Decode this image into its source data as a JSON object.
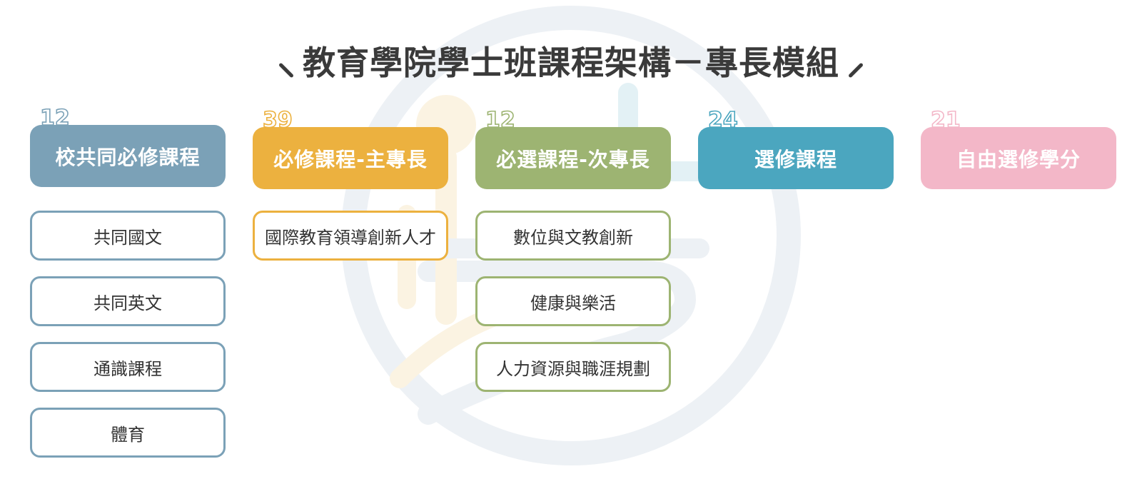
{
  "title": "教育學院學士班課程架構－專長模組",
  "colors": {
    "title": "#3a3a3a",
    "watermark": "#edf1f5"
  },
  "columns": [
    {
      "credits": "12",
      "label": "校共同必修課程",
      "color": "#7ba1b7",
      "items": [
        "共同國文",
        "共同英文",
        "通識課程",
        "體育"
      ]
    },
    {
      "credits": "39",
      "label": "必修課程-主專長",
      "color": "#ecb13f",
      "items": [
        "國際教育領導創新人才"
      ]
    },
    {
      "credits": "12",
      "label": "必選課程-次專長",
      "color": "#9db472",
      "items": [
        "數位與文教創新",
        "健康與樂活",
        "人力資源與職涯規劃"
      ]
    },
    {
      "credits": "24",
      "label": "選修課程",
      "color": "#4ba6bf",
      "items": []
    },
    {
      "credits": "21",
      "label": "自由選修學分",
      "color": "#f3b7c8",
      "items": []
    }
  ]
}
